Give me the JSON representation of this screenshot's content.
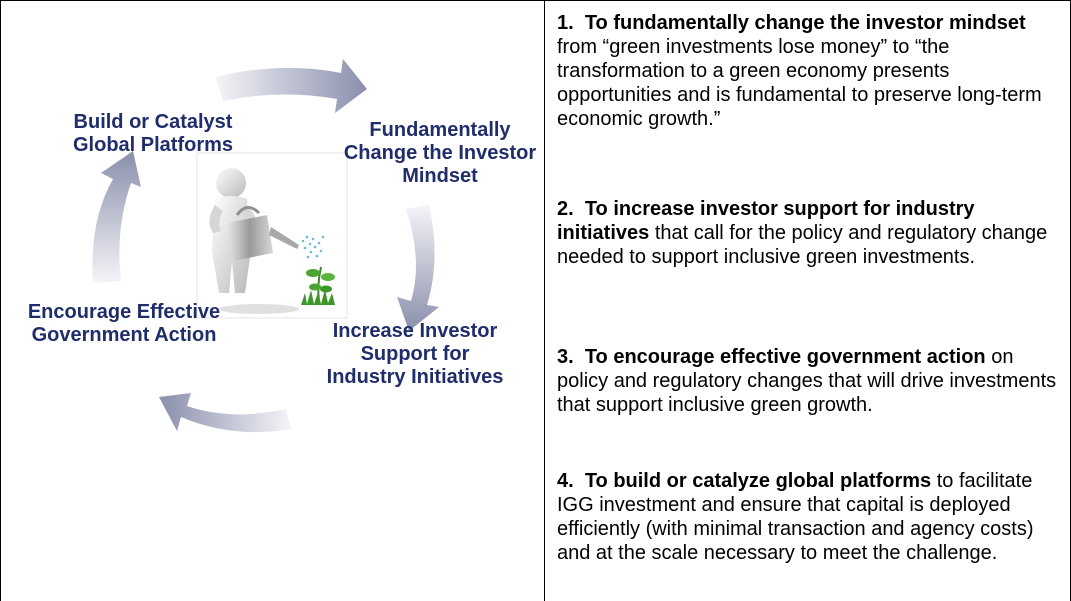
{
  "diagram": {
    "labels": {
      "build": [
        "Build or Catalyst",
        "Global Platforms"
      ],
      "mindset": [
        "Fundamentally",
        "Change the Investor",
        "Mindset"
      ],
      "encourage": [
        "Encourage Effective",
        "Government Action"
      ],
      "increase": [
        "Increase Investor",
        "Support for",
        "Industry Initiatives"
      ]
    },
    "colors": {
      "label_text": "#1f2d6b",
      "arrow_dark": "#8d91ab",
      "arrow_light": "#f3f3f7"
    },
    "center_image": "person-watering-plant-icon"
  },
  "objectives": [
    {
      "number": "1.",
      "bold": "To fundamentally change the investor mindset",
      "rest": " from “green investments lose money” to “the transformation to a green economy presents opportunities and is fundamental to preserve long-term economic growth.”"
    },
    {
      "number": "2.",
      "bold": "To increase investor support for industry initiatives",
      "rest": " that call for the policy and regulatory change needed to support inclusive green investments."
    },
    {
      "number": "3.",
      "bold": "To encourage effective government action",
      "rest": " on policy and regulatory changes that will drive investments that support inclusive green growth."
    },
    {
      "number": "4.",
      "bold": "To build or catalyze global platforms",
      "rest": " to facilitate IGG investment and ensure that capital is deployed efficiently (with minimal transaction and agency costs) and at the scale necessary to meet the challenge."
    }
  ]
}
